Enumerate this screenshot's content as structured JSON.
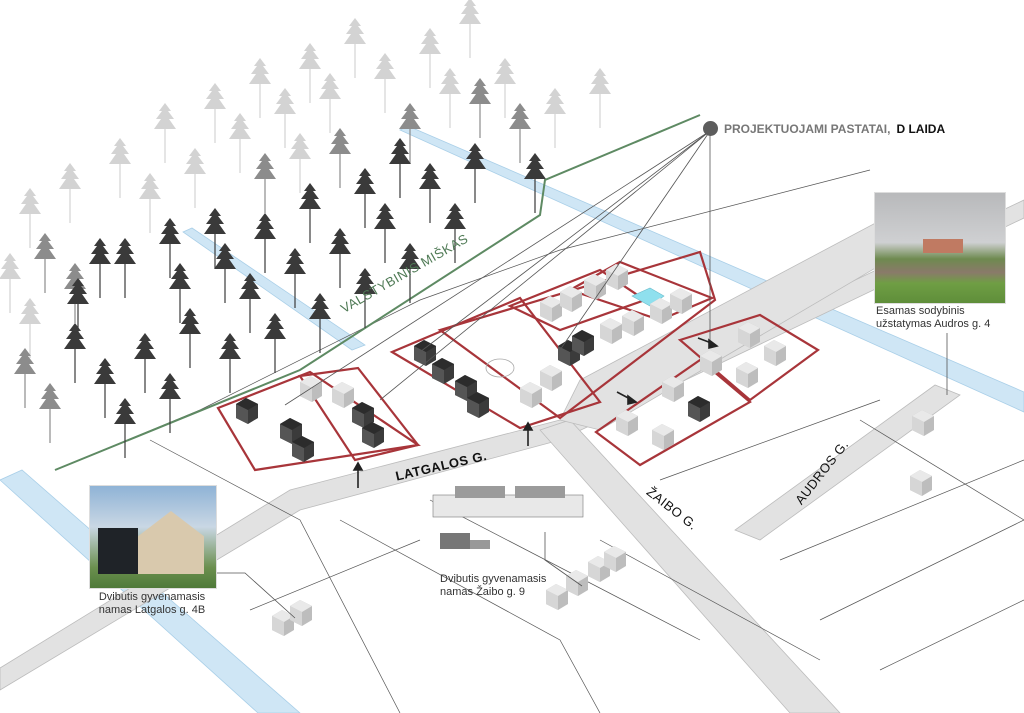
{
  "legend": {
    "marker": "dark-circle",
    "text": "PROJEKTUOJAMI PASTATAI, ",
    "text_bold": "D LAIDA",
    "marker_color": "#5d5d5d"
  },
  "labels": {
    "forest": "VALSTYBINIS MIŠKAS",
    "street_latgalos": "LATGALOS G.",
    "street_zaibo": "ŽAIBO G.",
    "street_audros": "AUDROS G."
  },
  "photos": [
    {
      "id": "audros",
      "caption_line1": "Esamas sodybinis",
      "caption_line2": "užstatymas Audros g. 4"
    },
    {
      "id": "latgalos",
      "caption_line1": "Dvibutis gyvenamasis",
      "caption_line2": "namas Latgalos g. 4B"
    },
    {
      "id": "zaibo",
      "caption_line1": "Dvibutis gyvenamasis",
      "caption_line2": "namas Žaibo g. 9"
    }
  ],
  "colors": {
    "plot_boundary": "#a8353a",
    "forest_boundary": "#5e8a63",
    "canal": "#cfe6f5",
    "road": "#e2e2e2",
    "proposed_building": "#3e3e3e",
    "existing_building": "#cfcfcf",
    "pool": "#8fe0ee"
  }
}
